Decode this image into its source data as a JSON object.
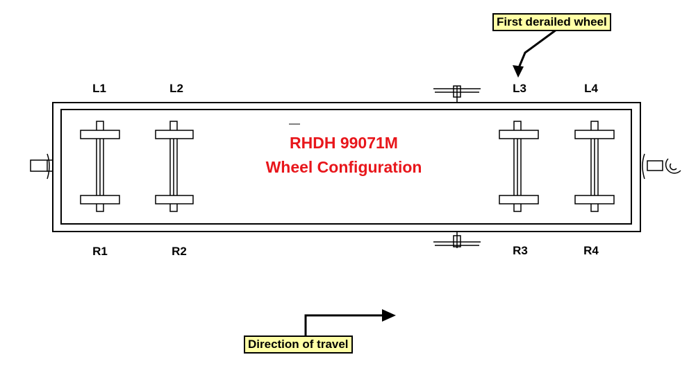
{
  "title": {
    "line1": "RHDH 99071M",
    "line2": "Wheel Configuration"
  },
  "wheel_labels": {
    "L1": "L1",
    "L2": "L2",
    "L3": "L3",
    "L4": "L4",
    "R1": "R1",
    "R2": "R2",
    "R3": "R3",
    "R4": "R4"
  },
  "callouts": {
    "first_derailed": "First derailed wheel",
    "direction": "Direction of travel"
  },
  "colors": {
    "title": "#e8161b",
    "callout_bg": "#ffffa6",
    "line": "#000000"
  }
}
